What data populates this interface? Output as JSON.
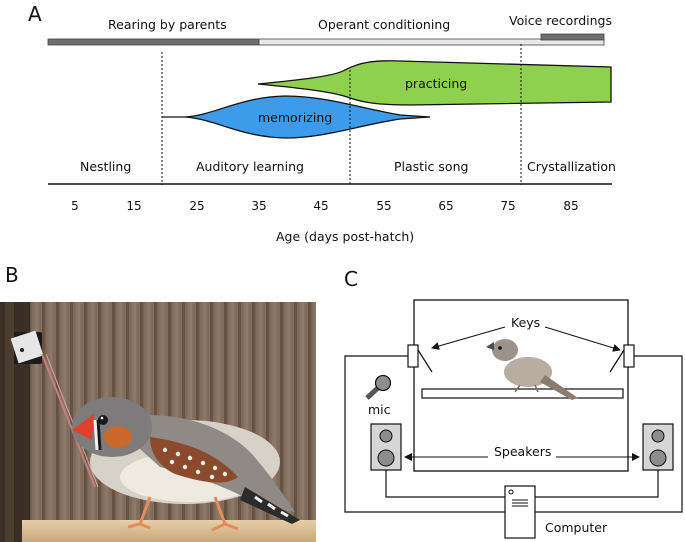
{
  "panel_a": {
    "letter": "A",
    "bar_labels": {
      "rearing": "Rearing by parents",
      "operant": "Operant conditioning",
      "voice": "Voice recordings"
    },
    "curve_labels": {
      "practicing": "practicing",
      "memorizing": "memorizing"
    },
    "phase_labels": [
      "Nestling",
      "Auditory learning",
      "Plastic song",
      "Crystallization"
    ],
    "ticks": [
      "5",
      "15",
      "25",
      "35",
      "45",
      "55",
      "65",
      "75",
      "85"
    ],
    "axis_label": "Age (days post-hatch)",
    "colors": {
      "practicing": "#8fd14f",
      "memorizing": "#3d9be9",
      "bar_dark": "#6e6e6e",
      "bar_light": "#e8e8e8"
    }
  },
  "panel_b": {
    "letter": "B",
    "photo_subject": "zebra finch pecking a response key"
  },
  "panel_c": {
    "letter": "C",
    "keys_label": "Keys",
    "mic_label": "mic",
    "speakers_label": "Speakers",
    "computer_label": "Computer"
  }
}
